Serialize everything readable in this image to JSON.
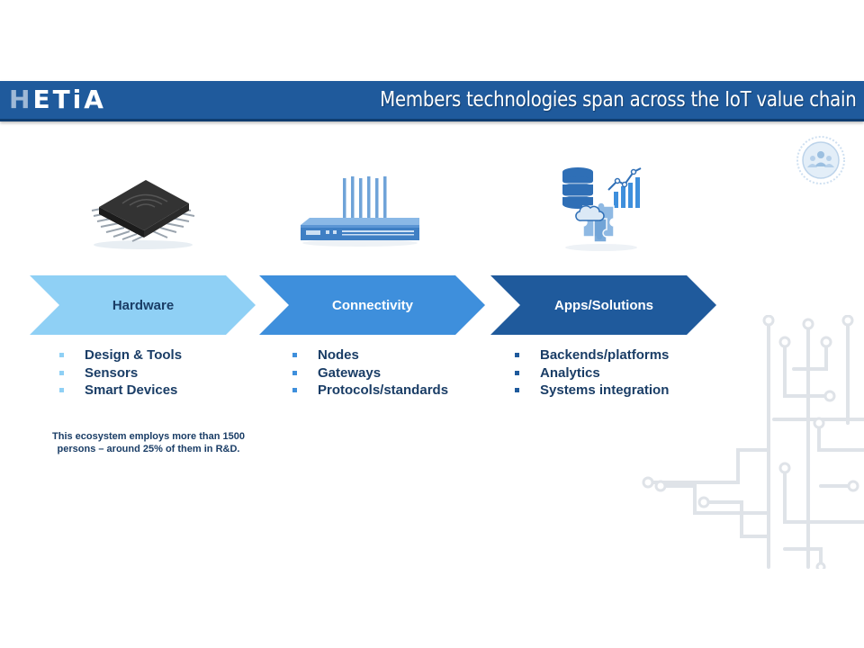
{
  "header": {
    "logo_first": "H",
    "logo_rest": "ETiA",
    "title": "Members technologies span across the IoT value chain"
  },
  "stages": [
    {
      "label": "Hardware",
      "fill": "#8fd0f5",
      "label_color": "#1a3d66",
      "bullet_color": "#8fd0f5",
      "items": [
        "Design & Tools",
        "Sensors",
        "Smart Devices"
      ]
    },
    {
      "label": "Connectivity",
      "fill": "#3e8fdc",
      "label_color": "#ffffff",
      "bullet_color": "#3e8fdc",
      "items": [
        "Nodes",
        "Gateways",
        "Protocols/standards"
      ]
    },
    {
      "label": "Apps/Solutions",
      "fill": "#1f5a9c",
      "label_color": "#ffffff",
      "bullet_color": "#1f5a9c",
      "items": [
        "Backends/platforms",
        "Analytics",
        "Systems integration"
      ]
    }
  ],
  "note": "This ecosystem employs more than 1500 persons – around 25% of them in R&D.",
  "icons": [
    "chip-icon",
    "gateway-icon",
    "analytics-icon",
    "community-icon",
    "circuit-decoration"
  ]
}
